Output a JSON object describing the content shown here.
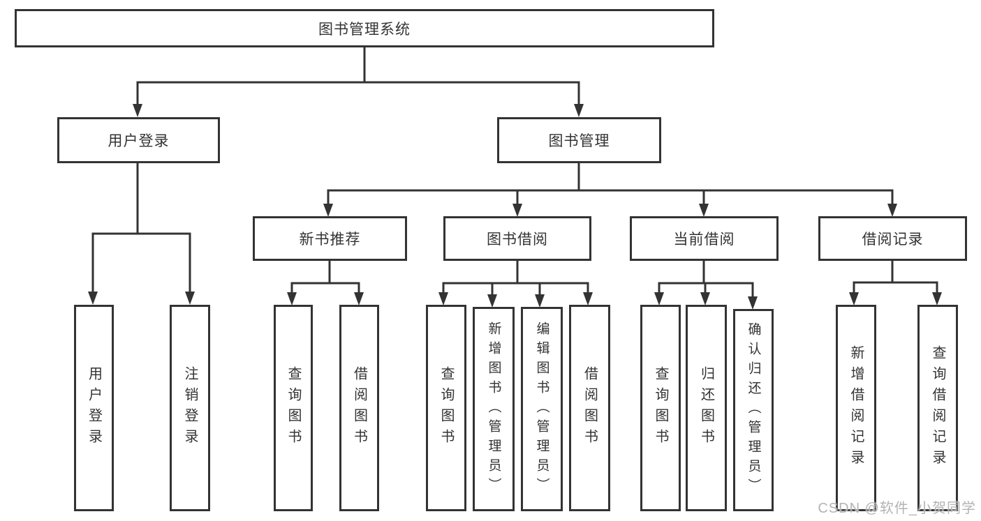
{
  "page": {
    "background": "#ffffff",
    "line_color": "#333333",
    "box_border_color": "#333333",
    "text_color": "#333333"
  },
  "tree": {
    "root": {
      "label": "图书管理系统"
    },
    "branches": [
      {
        "label": "用户登录",
        "children": [
          {
            "label": "用户登录"
          },
          {
            "label": "注销登录"
          }
        ]
      },
      {
        "label": "图书管理",
        "children": [
          {
            "label": "新书推荐",
            "children": [
              {
                "label": "查询图书"
              },
              {
                "label": "借阅图书"
              }
            ]
          },
          {
            "label": "图书借阅",
            "children": [
              {
                "label": "查询图书"
              },
              {
                "label": "新增图书（管理员）"
              },
              {
                "label": "编辑图书（管理员）"
              },
              {
                "label": "借阅图书"
              }
            ]
          },
          {
            "label": "当前借阅",
            "children": [
              {
                "label": "查询图书"
              },
              {
                "label": "归还图书"
              },
              {
                "label": "确认归还（管理员）"
              }
            ]
          },
          {
            "label": "借阅记录",
            "children": [
              {
                "label": "新增借阅记录"
              },
              {
                "label": "查询借阅记录"
              }
            ]
          }
        ]
      }
    ]
  },
  "watermark": {
    "text": "CSDN @软件_小贺同学",
    "color": "#b0b0b0"
  }
}
